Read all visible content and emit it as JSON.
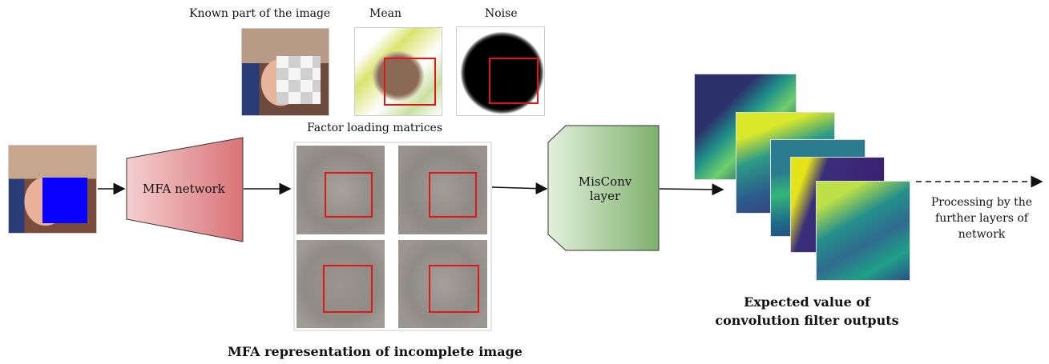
{
  "labels": {
    "known_part": "Known part of the image",
    "mean": "Mean",
    "noise": "Noise",
    "factor_loading": "Factor loading matrices",
    "mfa_network": "MFA network",
    "misconv": "MisConv",
    "misconv_line2": "layer",
    "expected_line1": "Expected value of",
    "expected_line2": "convolution filter outputs",
    "processing_line1": "Processing by the",
    "processing_line2": "further layers of",
    "processing_line3": "network",
    "mfa_representation": "MFA representation of incomplete image"
  },
  "colors": {
    "mfa_block": "#e8a3a6",
    "misconv_block": "#9dc58f",
    "mask_blue": "#0a00ff",
    "highlight_red": "#e0161a",
    "filter_viridis_dark": "#3b1a6e",
    "filter_viridis_mid": "#1f8f8a",
    "filter_viridis_light": "#b5de2b"
  }
}
